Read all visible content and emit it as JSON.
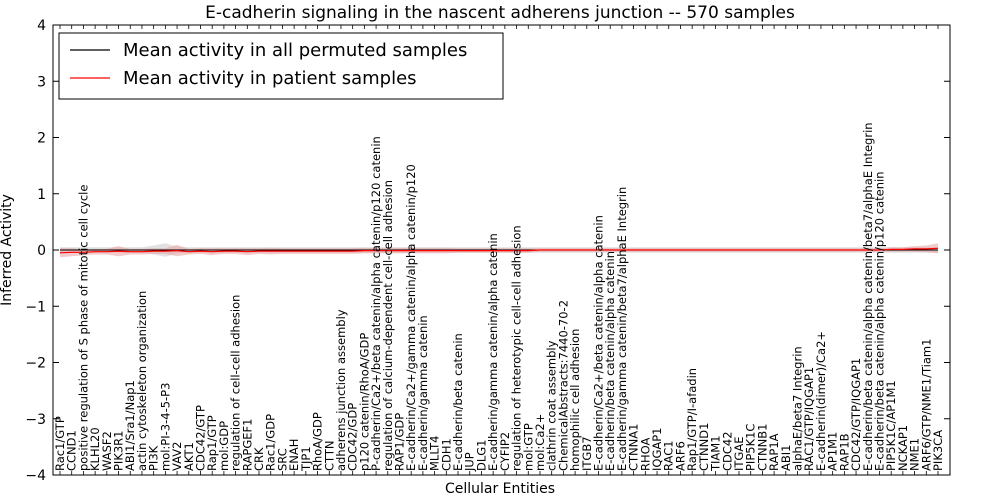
{
  "chart_data": {
    "type": "line",
    "title": "E-cadherin signaling in the nascent adherens junction -- 570 samples",
    "xlabel": "Cellular Entities",
    "ylabel": "Inferred Activity",
    "ylim": [
      -4,
      4
    ],
    "yticks": [
      "−4",
      "−3",
      "−2",
      "−1",
      "0",
      "1",
      "2",
      "3",
      "4"
    ],
    "yticks_values": [
      -4,
      -3,
      -2,
      -1,
      0,
      1,
      2,
      3,
      4
    ],
    "legend": {
      "placement": "top-left",
      "items": [
        {
          "label": "Mean activity in all permuted samples",
          "color": "#000000"
        },
        {
          "label": "Mean activity in patient samples",
          "color": "#ff0000"
        }
      ]
    },
    "categories": [
      "Rac1/GTP",
      "CCND1",
      "positive regulation of S phase of mitotic cell cycle",
      "KLHL20",
      "WASF2",
      "PIK3R1",
      "ABI1/Sra1/Nap1",
      "actin cytoskeleton organization",
      "PI3K",
      "mol:PI-3-4-5-P3",
      "VAV2",
      "AKT1",
      "CDC42/GTP",
      "Rap1/GTP",
      "mol:GDP",
      "regulation of cell-cell adhesion",
      "RAPGEF1",
      "CRK",
      "Rac1/GDP",
      "SRC",
      "ENAH",
      "TJP1",
      "RhoA/GDP",
      "CTTN",
      "adherens junction assembly",
      "CDC42/GDP",
      "p120 catenin/RhoA/GDP",
      "P-cadherin/Ca2+/beta catenin/alpha catenin/p120 catenin",
      "regulation of calcium-dependent cell-cell adhesion",
      "RAP1/GDP",
      "E-cadherin/Ca2+/gamma catenin/alpha catenin/p120",
      "E-cadherin/gamma catenin",
      "MLLT4",
      "CDH1",
      "E-cadherin/beta catenin",
      "JUP",
      "DLG1",
      "E-cadherin/gamma catenin/alpha catenin",
      "CYFIP2",
      "regulation of heterotypic cell-cell adhesion",
      "mol:GTP",
      "mol:Ca2+",
      "clathrin coat assembly",
      "ChemicalAbstracts:7440-70-2",
      "homophilic cell adhesion",
      "ITGB7",
      "E-cadherin/Ca2+/beta catenin/alpha catenin",
      "E-cadherin/beta catenin/alpha catenin",
      "E-cadherin/gamma catenin/beta7/alphaE Integrin",
      "CTNNA1",
      "RHOA",
      "IQGAP1",
      "RAC1",
      "ARF6",
      "Rap1/GTP/I-afadin",
      "CTNND1",
      "TIAM1",
      "CDC42",
      "ITGAE",
      "PIP5K1C",
      "CTNNB1",
      "RAP1A",
      "ABI1",
      "alphaE/beta7 Integrin",
      "RAC1/GTP/IQGAP1",
      "E-cadherin(dimer)/Ca2+",
      "AP1M1",
      "RAP1B",
      "CDC42/GTP/IQGAP1",
      "E-cadherin/beta catenin/alpha catenin/beta7/alphaE Integrin",
      "E-cadherin/beta catenin/alpha catenin/p120 catenin",
      "PIP5K1C/AP1M1",
      "NCKAP1",
      "NME1",
      "ARF6/GTP/NME1/Tiam1",
      "PIK3CA"
    ],
    "series": [
      {
        "name": "Mean activity in all permuted samples",
        "color": "#000000",
        "values": [
          0,
          0,
          0,
          0,
          0,
          0,
          0,
          0,
          0,
          0,
          0,
          0,
          0,
          0,
          0,
          0,
          0,
          0,
          0,
          0,
          0,
          0,
          0,
          0,
          0,
          0,
          0,
          0,
          0,
          0,
          0,
          0,
          0,
          0,
          0,
          0,
          0,
          0,
          0,
          0,
          0,
          0,
          0,
          0,
          0,
          0,
          0,
          0,
          0,
          0,
          0,
          0,
          0,
          0,
          0,
          0,
          0,
          0,
          0,
          0,
          0,
          0,
          0,
          0,
          0,
          0,
          0,
          0,
          0,
          0,
          0,
          0,
          0,
          0,
          0,
          0
        ]
      },
      {
        "name": "Mean activity in patient samples",
        "color": "#ff0000",
        "values": [
          -0.05,
          -0.04,
          -0.04,
          -0.03,
          -0.03,
          -0.02,
          -0.03,
          -0.03,
          -0.02,
          -0.02,
          -0.01,
          -0.03,
          -0.02,
          -0.03,
          -0.02,
          -0.02,
          -0.03,
          -0.02,
          -0.02,
          -0.02,
          -0.02,
          -0.02,
          -0.02,
          -0.02,
          -0.02,
          -0.02,
          -0.01,
          -0.01,
          -0.01,
          -0.01,
          -0.01,
          -0.01,
          -0.01,
          -0.01,
          -0.01,
          -0.01,
          -0.01,
          -0.01,
          -0.01,
          -0.01,
          -0.01,
          0,
          0,
          0,
          0,
          0,
          0,
          0,
          0,
          0,
          0,
          0,
          0,
          0,
          0,
          0,
          0,
          0,
          0,
          0,
          0,
          0,
          0,
          0,
          0,
          0,
          0,
          0,
          0,
          0,
          0,
          0.01,
          0.01,
          0.02,
          0.02,
          0.03
        ]
      }
    ],
    "bands": [
      {
        "name": "patient samples spread",
        "color": "#e8a0a0",
        "half_widths": [
          0.08,
          0.07,
          0.05,
          0.05,
          0.05,
          0.09,
          0.05,
          0.05,
          0.05,
          0.05,
          0.1,
          0.05,
          0.05,
          0.06,
          0.05,
          0.05,
          0.06,
          0.05,
          0.06,
          0.05,
          0.05,
          0.05,
          0.05,
          0.05,
          0.05,
          0.05,
          0.05,
          0.05,
          0.05,
          0.05,
          0.05,
          0.05,
          0.05,
          0.05,
          0.04,
          0.04,
          0.04,
          0.04,
          0.04,
          0.04,
          0.04,
          0.03,
          0.03,
          0.03,
          0.03,
          0.03,
          0.03,
          0.03,
          0.03,
          0.03,
          0.03,
          0.03,
          0.03,
          0.03,
          0.03,
          0.03,
          0.03,
          0.03,
          0.03,
          0.03,
          0.03,
          0.03,
          0.03,
          0.03,
          0.03,
          0.03,
          0.03,
          0.03,
          0.03,
          0.03,
          0.03,
          0.04,
          0.04,
          0.05,
          0.06,
          0.09
        ]
      },
      {
        "name": "permuted samples spread",
        "color": "#c8c8c8",
        "half_widths": [
          0.05,
          0.05,
          0.05,
          0.05,
          0.05,
          0.05,
          0.05,
          0.05,
          0.08,
          0.12,
          0.06,
          0.05,
          0.05,
          0.05,
          0.05,
          0.05,
          0.05,
          0.05,
          0.05,
          0.05,
          0.05,
          0.05,
          0.05,
          0.05,
          0.05,
          0.05,
          0.05,
          0.05,
          0.05,
          0.05,
          0.05,
          0.05,
          0.05,
          0.05,
          0.05,
          0.05,
          0.05,
          0.05,
          0.05,
          0.05,
          0.05,
          0.05,
          0.05,
          0.05,
          0.05,
          0.05,
          0.05,
          0.05,
          0.05,
          0.05,
          0.05,
          0.05,
          0.05,
          0.05,
          0.05,
          0.05,
          0.05,
          0.05,
          0.05,
          0.05,
          0.05,
          0.05,
          0.05,
          0.05,
          0.05,
          0.05,
          0.05,
          0.05,
          0.05,
          0.05,
          0.05,
          0.05,
          0.05,
          0.05,
          0.05,
          0.05
        ]
      }
    ],
    "grid": false
  }
}
